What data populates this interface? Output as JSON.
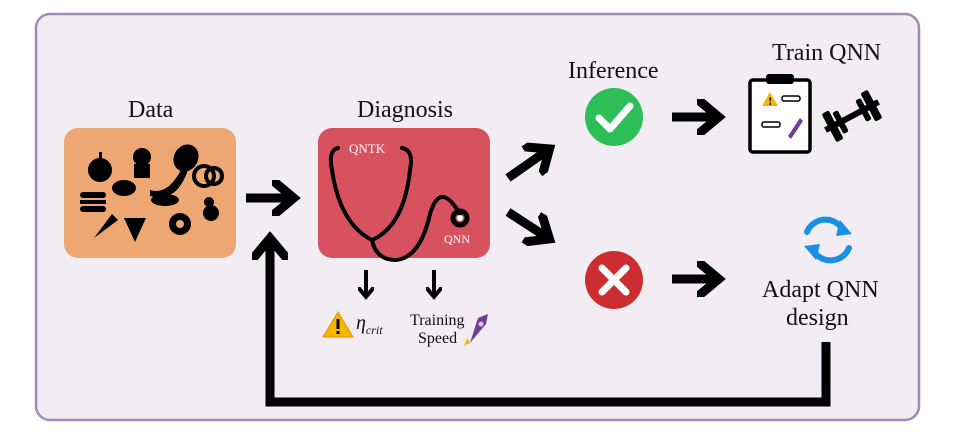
{
  "labels": {
    "data": "Data",
    "diagnosis": "Diagnosis",
    "inference": "Inference",
    "train_qnn": "Train QNN",
    "adapt_line1": "Adapt QNN",
    "adapt_line2": "design",
    "qntk": "QNTK",
    "qnn": "QNN",
    "eta": "η",
    "eta_sub": "crit",
    "training_line1": "Training",
    "training_line2": "Speed"
  },
  "colors": {
    "frame_bg": "#f1edf3",
    "frame_border": "#a08cb4",
    "data_panel": "#eea772",
    "diag_panel": "#d8515f",
    "check": "#2dbe57",
    "cross": "#cc2d31",
    "sync": "#1a8fe6",
    "warn": "#f7b500",
    "rocket": "#6f3f97"
  },
  "icons": [
    "food-icons",
    "stethoscope-icon",
    "check-icon",
    "cross-icon",
    "clipboard-icon",
    "dumbbell-icon",
    "sync-icon",
    "warning-icon",
    "rocket-icon"
  ]
}
